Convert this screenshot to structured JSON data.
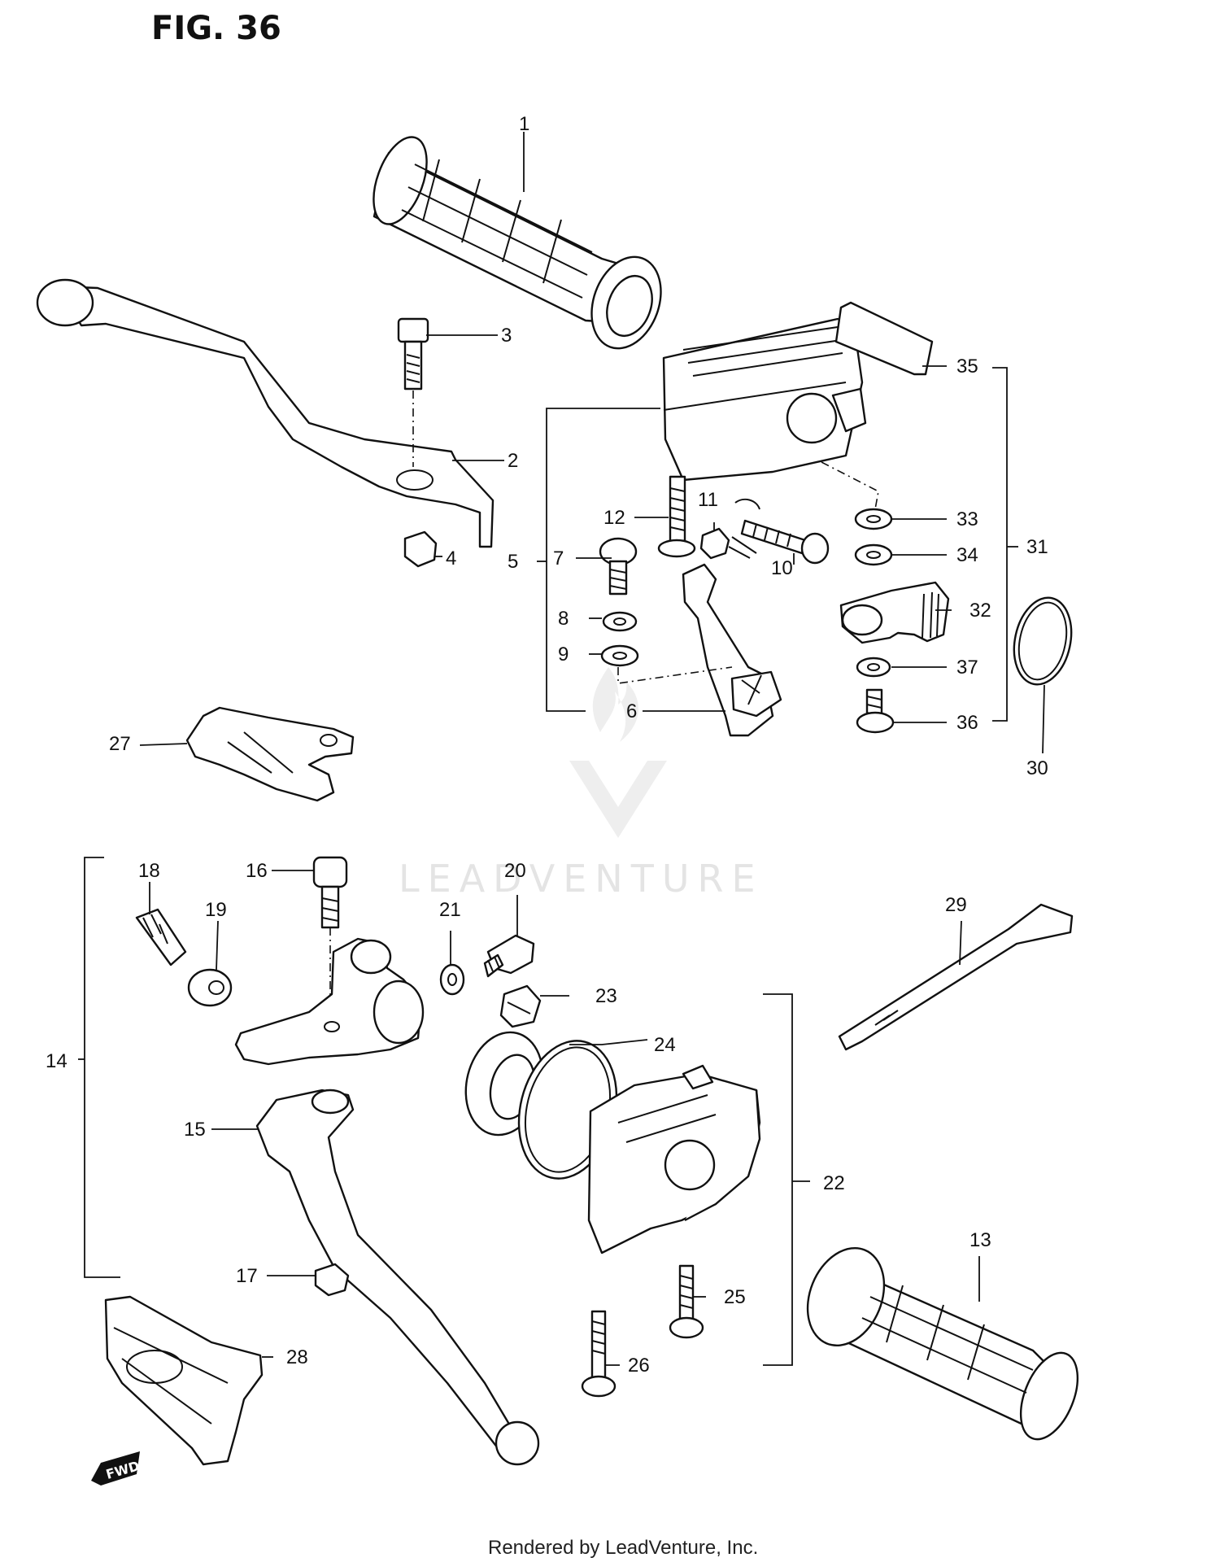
{
  "figure": {
    "title": "FIG. 36"
  },
  "callouts": {
    "c1": "1",
    "c2": "2",
    "c3": "3",
    "c4": "4",
    "c5": "5",
    "c6": "6",
    "c7": "7",
    "c8": "8",
    "c9": "9",
    "c10": "10",
    "c11": "11",
    "c12": "12",
    "c13": "13",
    "c14": "14",
    "c15": "15",
    "c16": "16",
    "c17": "17",
    "c18": "18",
    "c19": "19",
    "c20": "20",
    "c21": "21",
    "c22": "22",
    "c23": "23",
    "c24": "24",
    "c25": "25",
    "c26": "26",
    "c27": "27",
    "c28": "28",
    "c29": "29",
    "c30": "30",
    "c31": "31",
    "c32": "32",
    "c33": "33",
    "c34": "34",
    "c35": "35",
    "c36": "36",
    "c37": "37"
  },
  "direction_badge": {
    "label": "FWD"
  },
  "watermark": {
    "text": "LEADVENTURE"
  },
  "footer": {
    "text": "Rendered by LeadVenture, Inc."
  }
}
